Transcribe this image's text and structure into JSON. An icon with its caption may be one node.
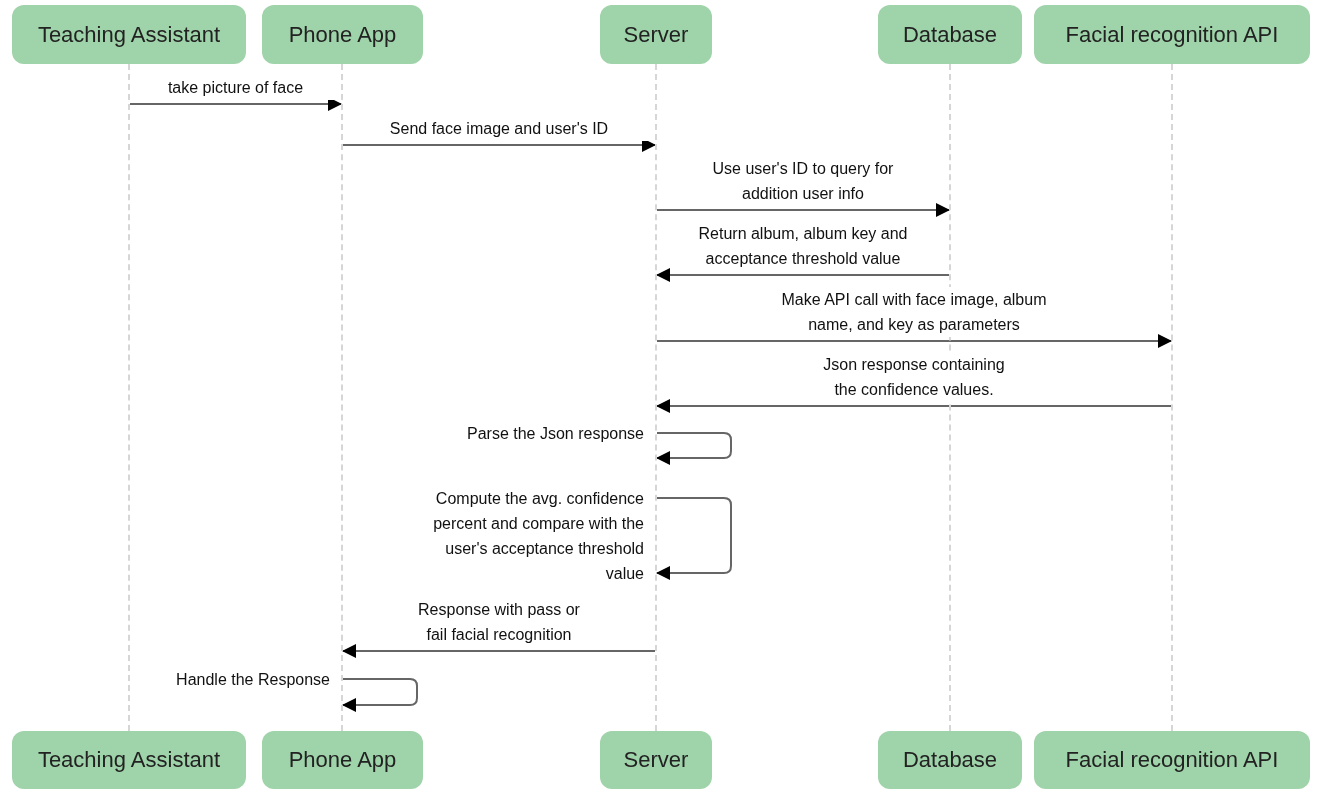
{
  "diagram": {
    "nodes": [
      {
        "text": [
          "Teaching Assistant"
        ]
      },
      {
        "text": [
          "Phone App"
        ]
      },
      {
        "text": [
          "Server"
        ]
      },
      {
        "text": [
          "Database"
        ]
      },
      {
        "text": [
          "Facial recognition API"
        ]
      },
      {
        "text": [
          "Teaching Assistant"
        ]
      },
      {
        "text": [
          "Phone App"
        ]
      },
      {
        "text": [
          "Server"
        ]
      },
      {
        "text": [
          "Database"
        ]
      },
      {
        "text": [
          "Facial recognition API"
        ]
      },
      {
        "text": [],
        "shape": "line"
      },
      {
        "text": [],
        "shape": "line"
      },
      {
        "text": [],
        "shape": "line"
      },
      {
        "text": [],
        "shape": "line"
      },
      {
        "text": [],
        "shape": "line"
      }
    ],
    "edges": [
      {
        "from": 10,
        "to": 11,
        "arrow": "to",
        "label": "take picture of face"
      },
      {
        "from": 11,
        "to": 12,
        "arrow": "to",
        "label": "Send face image and user's ID"
      },
      {
        "from": 12,
        "to": 13,
        "arrow": "to",
        "label": "Use user's ID to query for addition user info"
      },
      {
        "from": 13,
        "to": 12,
        "arrow": "to",
        "label": "Return album, album key and acceptance threshold value"
      },
      {
        "from": 12,
        "to": 14,
        "arrow": "to",
        "label": "Make API call with face image, album name, and key as parameters"
      },
      {
        "from": 14,
        "to": 12,
        "arrow": "to",
        "label": "Json response containing the confidence values."
      },
      {
        "from": 12,
        "to": 12,
        "arrow": "to",
        "label": "Parse the Json response"
      },
      {
        "from": 12,
        "to": 12,
        "arrow": "to",
        "label": "Compute the avg. confidence percent and compare with the user's acceptance threshold value"
      },
      {
        "from": 12,
        "to": 11,
        "arrow": "to",
        "label": "Response with pass or fail facial recognition"
      },
      {
        "from": 11,
        "to": 11,
        "arrow": "to",
        "label": "Handle the Response"
      }
    ]
  }
}
